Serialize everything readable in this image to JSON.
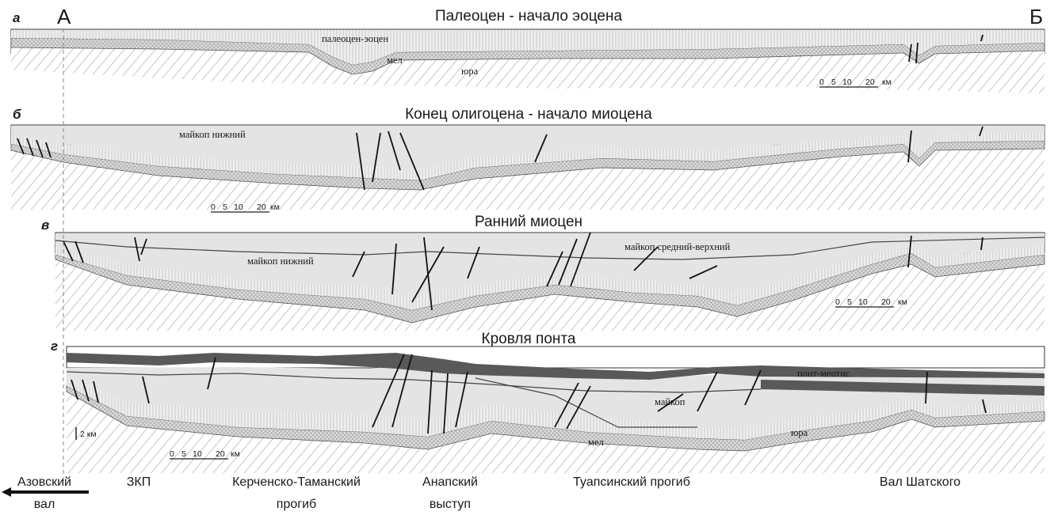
{
  "corner_labels": {
    "start": "А",
    "end": "Б"
  },
  "panels": [
    {
      "letter": "а",
      "title": "Палеоцен - начало эоцена",
      "units": [
        "палеоцен-эоцен",
        "мел",
        "юра"
      ],
      "scale": {
        "ticks": [
          "0",
          "5",
          "10",
          "20"
        ],
        "unit": "км"
      }
    },
    {
      "letter": "б",
      "title": "Конец олигоцена - начало миоцена",
      "units": [
        "майкоп нижний"
      ],
      "scale": {
        "ticks": [
          "0",
          "5",
          "10",
          "20"
        ],
        "unit": "км"
      }
    },
    {
      "letter": "в",
      "title": "Ранний миоцен",
      "units": [
        "майкоп нижний",
        "майкоп средний-верхний"
      ],
      "scale": {
        "ticks": [
          "0",
          "5",
          "10",
          "20"
        ],
        "unit": "км"
      }
    },
    {
      "letter": "г",
      "title": "Кровля понта",
      "units": [
        "понт-меотис",
        "майкоп",
        "мел",
        "юра"
      ],
      "scale": {
        "ticks": [
          "0",
          "5",
          "10",
          "20"
        ],
        "unit": "км"
      },
      "vertical_scale": "2 км"
    }
  ],
  "regions": [
    {
      "lines": [
        "Азовский",
        "вал"
      ]
    },
    {
      "lines": [
        "ЗКП"
      ]
    },
    {
      "lines": [
        "Керченско-Таманский",
        "прогиб"
      ]
    },
    {
      "lines": [
        "Анапский",
        "выступ"
      ]
    },
    {
      "lines": [
        "Туапсинский прогиб"
      ]
    },
    {
      "lines": [
        "Вал Шатского"
      ]
    }
  ],
  "colors": {
    "cenozoic_fill": "#e4e4e4",
    "cretaceous_fill": "#cfcfcf",
    "jurassic_stroke": "#9a9a9a",
    "pont_meotis_fill": "#595959",
    "frame": "#333333"
  }
}
